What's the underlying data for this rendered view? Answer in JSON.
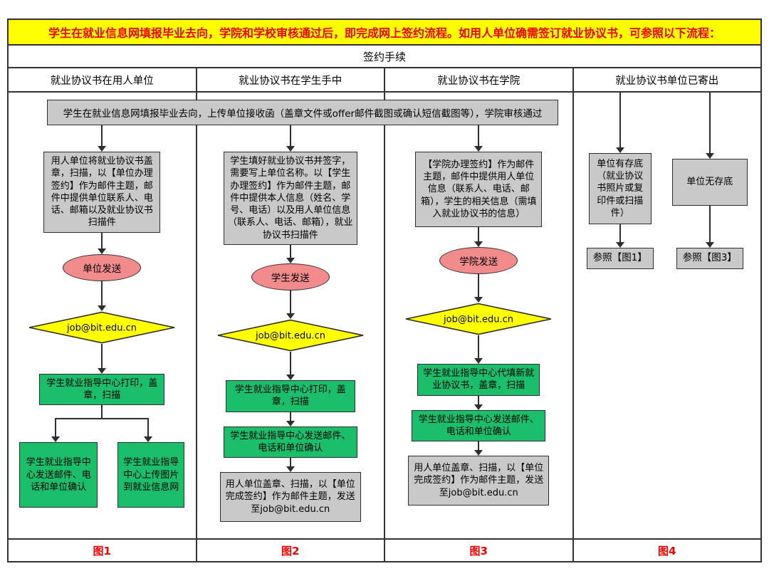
{
  "banner": "学生在就业信息网填报毕业去向，学院和学校审核通过后，即完成网上签约流程。如用人单位确需签订就业协议书，可参照以下流程：",
  "section_title": "签约手续",
  "headers": [
    "就业协议书在用人单位",
    "就业协议书在学生手中",
    "就业协议书在学院",
    "就业协议书单位已寄出"
  ],
  "top_bar": "学生在就业信息网填报毕业去向，上传单位接收函（盖章文件或offer邮件截图或确认短信截图等），学院审核通过",
  "col1": {
    "step": "用人单位将就业协议书盖章，扫描，以【单位办理签约】作为邮件主题，邮件中提供单位联系人、电话、邮箱以及就业协议书扫描件",
    "sender": "单位发送",
    "email": "job@bit.edu.cn",
    "print": "学生就业指导中心打印，盖章，扫描",
    "branch_left": "学生就业指导中心发送邮件、电话和单位确认",
    "branch_right": "学生就业指导中心上传图片到就业信息网"
  },
  "col2": {
    "step": "学生填好就业协议书并签字，需要写上单位名称。以【学生办理签约】作为邮件主题，邮件中提供本人信息（姓名、学号、电话）以及用人单位信息（联系人、电话、邮箱），就业协议书扫描件",
    "sender": "学生发送",
    "email": "job@bit.edu.cn",
    "print": "学生就业指导中心打印，盖章，扫描",
    "confirm": "学生就业指导中心发送邮件、电话和单位确认",
    "final": "用人单位盖章、扫描，以【单位完成签约】作为邮件主题，发送至job@bit.edu.cn"
  },
  "col3": {
    "step": "【学院办理签约】作为邮件主题，邮件中提供用人单位信息（联系人、电话、邮箱），学生的相关信息（需填入就业协议书的信息）",
    "sender": "学院发送",
    "email": "job@bit.edu.cn",
    "print": "学生就业指导中心代填新就业协议书，盖章，扫描",
    "confirm": "学生就业指导中心发送邮件、电话和单位确认",
    "final": "用人单位盖章、扫描，以【单位完成签约】作为邮件主题，发送至job@bit.edu.cn"
  },
  "col4": {
    "has_copy": "单位有存底（就业协议书照片或复印件或扫描件）",
    "no_copy": "单位无存底",
    "ref_left": "参照【图1】",
    "ref_right": "参照【图3】"
  },
  "figures": [
    "图1",
    "图2",
    "图3",
    "图4"
  ],
  "colors": {
    "banner_bg": "#ffff00",
    "banner_text": "#f00000",
    "gray_box": "#c9c9c9",
    "green_box": "#1bbe6b",
    "pink_ellipse": "#f28c8c",
    "diamond_yellow": "#ffff00",
    "figure_label": "#f00000",
    "border": "#333333"
  }
}
